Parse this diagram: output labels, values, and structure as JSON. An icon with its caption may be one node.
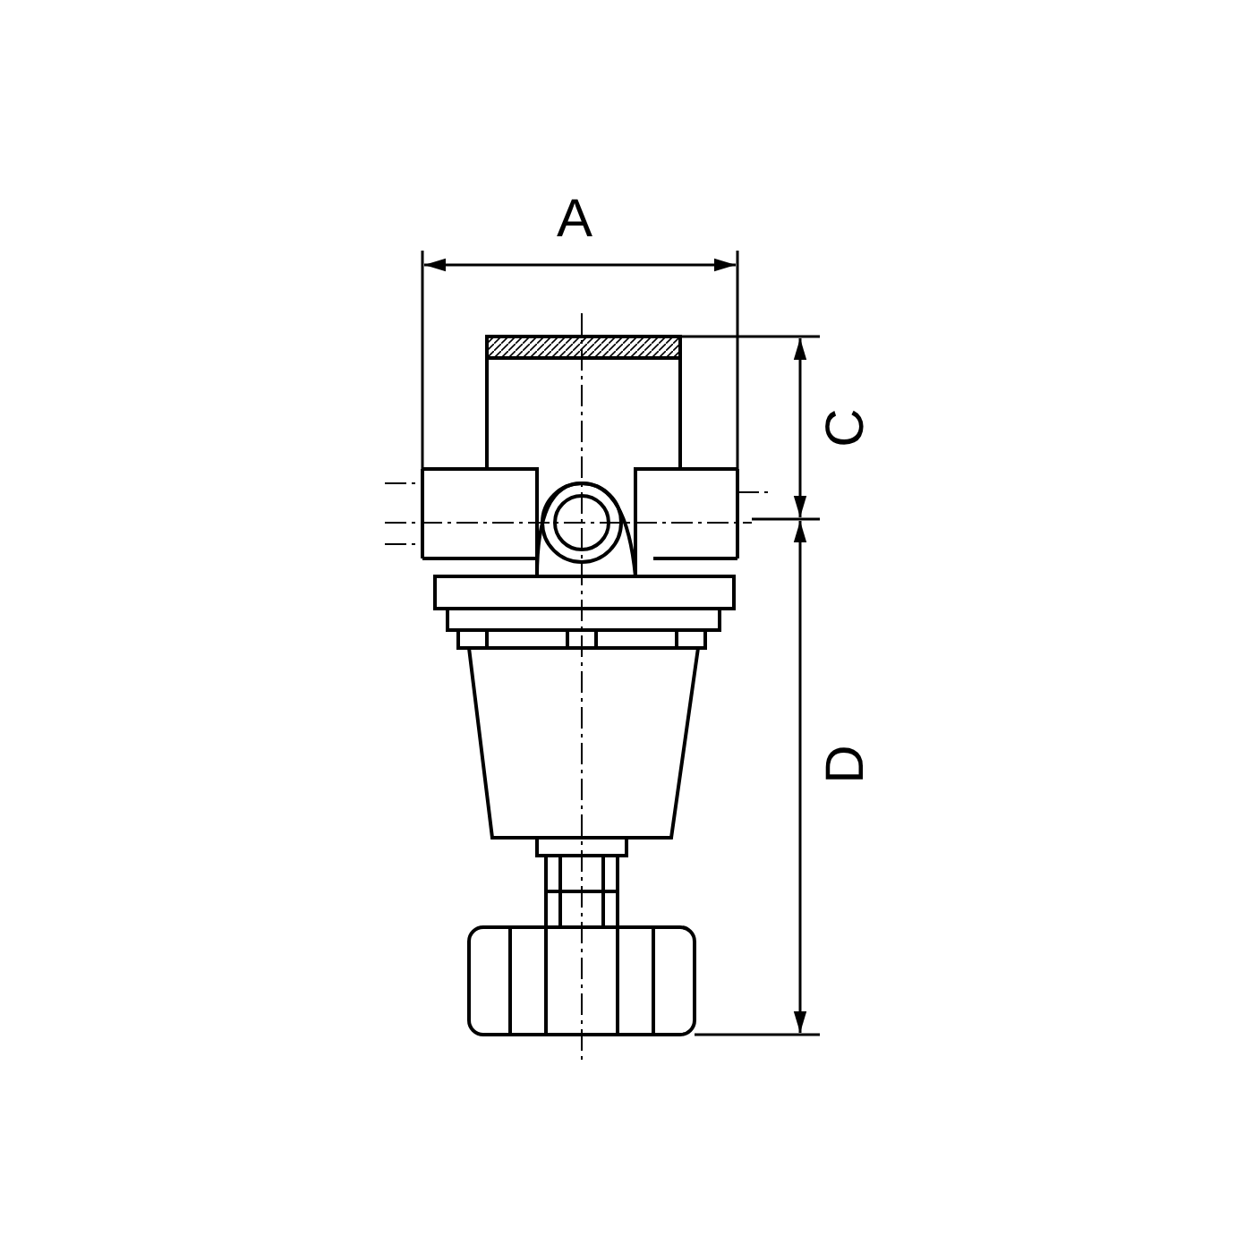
{
  "diagram": {
    "labels": [
      "A",
      "C",
      "D"
    ]
  }
}
